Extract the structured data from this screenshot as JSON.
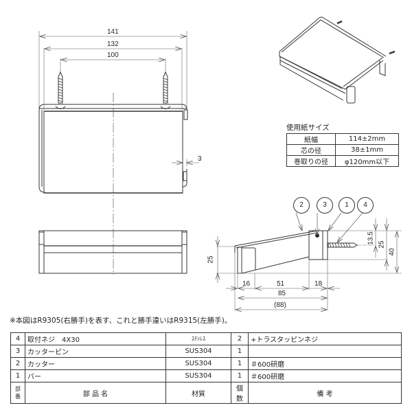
{
  "front_view": {
    "dimensions": {
      "overall_width": "141",
      "inner_width": "132",
      "screw_pitch": "100",
      "side_thickness": "3"
    }
  },
  "side_view": {
    "dimensions": {
      "front_height": "25",
      "front_depth": "16",
      "middle_depth": "51",
      "rear_depth": "18",
      "total_depth": "85",
      "overall_depth_ref": "(88)",
      "screw_offset": "13.5",
      "rear_height": "25",
      "overall_height": "40"
    },
    "balloons": [
      "2",
      "3",
      "1",
      "4"
    ]
  },
  "paper_spec": {
    "title": "使用紙サイズ",
    "rows": [
      {
        "label": "紙幅",
        "value": "114±2mm"
      },
      {
        "label": "芯の径",
        "value": "38±1mm"
      },
      {
        "label": "巻取りの径",
        "value": "φ120mm以下"
      }
    ]
  },
  "note": "※本図はR9305(右勝手)を表す、これと勝手違いはR9315(左勝手)。",
  "parts_list": {
    "headers": {
      "no": "部番",
      "name": "部 品 名",
      "material": "材質",
      "qty": "個数",
      "remarks": "備 考"
    },
    "rows": [
      {
        "no": "4",
        "name": "取付ネジ　4X30",
        "material": "ｽﾃﾝﾚｽ",
        "qty": "2",
        "remarks": "+トラスタッピンネジ"
      },
      {
        "no": "3",
        "name": "カッターピン",
        "material": "SUS304",
        "qty": "1",
        "remarks": ""
      },
      {
        "no": "2",
        "name": "カッター",
        "material": "SUS304",
        "qty": "1",
        "remarks": "＃600研磨"
      },
      {
        "no": "1",
        "name": "バー",
        "material": "SUS304",
        "qty": "1",
        "remarks": "＃600研磨"
      }
    ]
  }
}
